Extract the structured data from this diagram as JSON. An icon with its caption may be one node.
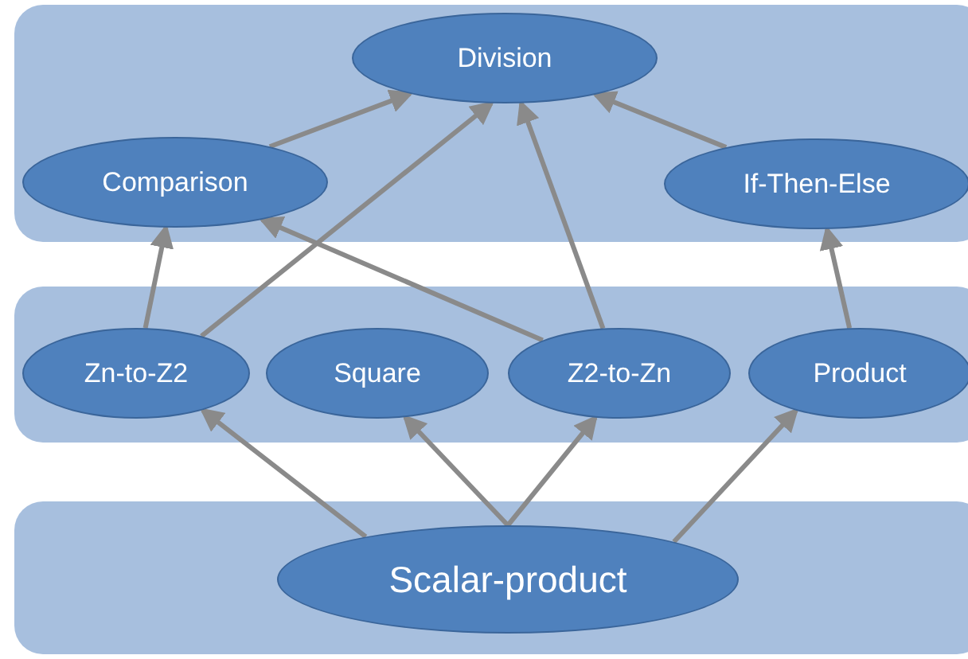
{
  "diagram": {
    "nodes": [
      {
        "text": [],
        "shape": "band"
      },
      {
        "text": [
          "Division"
        ],
        "in": 0
      },
      {
        "text": [
          "Comparison"
        ],
        "in": 0
      },
      {
        "text": [
          "If-Then-Else"
        ],
        "in": 0
      },
      {
        "text": [],
        "shape": "band"
      },
      {
        "text": [
          "Zn-to-Z2"
        ],
        "in": 4
      },
      {
        "text": [
          "Square"
        ],
        "in": 4
      },
      {
        "text": [
          "Z2-to-Zn"
        ],
        "in": 4
      },
      {
        "text": [
          "Product"
        ],
        "in": 4
      },
      {
        "text": [],
        "shape": "band"
      },
      {
        "text": [
          "Scalar-product"
        ],
        "in": 9
      }
    ],
    "edges": [
      {
        "from": 2,
        "to": 1,
        "arrow": "to"
      },
      {
        "from": 5,
        "to": 1,
        "arrow": "to"
      },
      {
        "from": 7,
        "to": 1,
        "arrow": "to"
      },
      {
        "from": 3,
        "to": 1,
        "arrow": "to"
      },
      {
        "from": 5,
        "to": 2,
        "arrow": "to"
      },
      {
        "from": 7,
        "to": 2,
        "arrow": "to"
      },
      {
        "from": 8,
        "to": 3,
        "arrow": "to"
      },
      {
        "from": 10,
        "to": 5,
        "arrow": "to"
      },
      {
        "from": 10,
        "to": 6,
        "arrow": "to"
      },
      {
        "from": 10,
        "to": 7,
        "arrow": "to"
      },
      {
        "from": 10,
        "to": 8,
        "arrow": "to"
      }
    ]
  }
}
